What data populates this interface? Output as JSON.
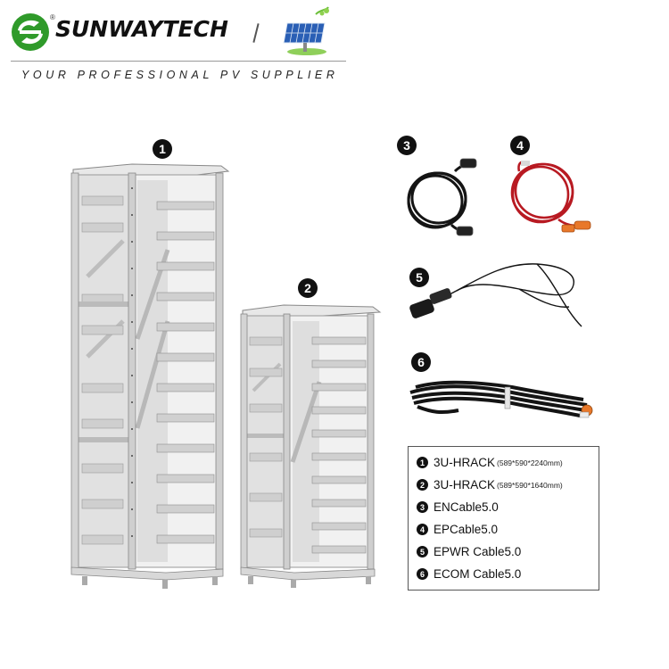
{
  "header": {
    "brand": "SUNWAYTECH",
    "registered": "®",
    "tagline": "YOUR PROFESSIONAL PV SUPPLIER"
  },
  "badges": [
    "1",
    "2",
    "3",
    "4",
    "5",
    "6"
  ],
  "legend": {
    "items": [
      {
        "num": "1",
        "name": "3U-HRACK",
        "dims": "(589*590*2240mm)"
      },
      {
        "num": "2",
        "name": "3U-HRACK",
        "dims": "(589*590*1640mm)"
      },
      {
        "num": "3",
        "name": "ENCable5.0",
        "dims": ""
      },
      {
        "num": "4",
        "name": "EPCable5.0",
        "dims": ""
      },
      {
        "num": "5",
        "name": "EPWR Cable5.0",
        "dims": ""
      },
      {
        "num": "6",
        "name": "ECOM Cable5.0",
        "dims": ""
      }
    ]
  },
  "colors": {
    "brand_green": "#2f9a2a",
    "cable_black": "#141414",
    "cable_red": "#b81a22",
    "connector_orange": "#e8782a",
    "rack_frame": "#cfcfcf",
    "rack_panel": "#dcdcdc"
  },
  "icons": [
    "sunwaytech-logo-icon",
    "solar-panel-icon"
  ]
}
